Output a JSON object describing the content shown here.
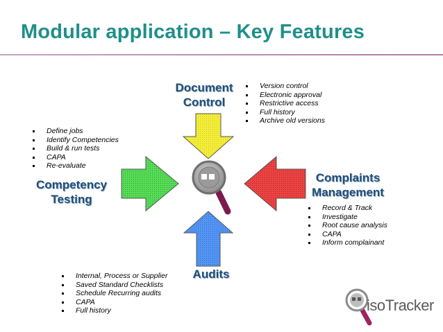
{
  "title": "Modular application – Key Features",
  "colors": {
    "title": "#1f8f8a",
    "label": "#1f4e78",
    "arrow_document": "#f2ea2e",
    "arrow_competency": "#4fd44f",
    "arrow_complaints": "#e33a3a",
    "arrow_audits": "#4a8cf0"
  },
  "modules": {
    "document": {
      "label_line1": "Document",
      "label_line2": "Control",
      "items": [
        "Version control",
        "Electronic approval",
        "Restrictive access",
        "Full history",
        "Archive old versions"
      ]
    },
    "competency": {
      "label_line1": "Competency",
      "label_line2": "Testing",
      "items": [
        "Define jobs",
        "Identify Competencies",
        "Build & run tests",
        "CAPA",
        "Re-evaluate"
      ]
    },
    "complaints": {
      "label_line1": "Complaints",
      "label_line2": "Management",
      "items": [
        "Record & Track",
        "Investigate",
        "Root cause analysis",
        "CAPA",
        "Inform complainant"
      ]
    },
    "audits": {
      "label": "Audits",
      "items": [
        "Internal, Process or Supplier",
        "Saved Standard Checklists",
        "Schedule Recurring audits",
        "CAPA",
        "Full history"
      ]
    }
  },
  "center_icon": "magnifier-icon",
  "logo": {
    "text": "isoTracker",
    "icon": "magnifier-logo-icon"
  }
}
